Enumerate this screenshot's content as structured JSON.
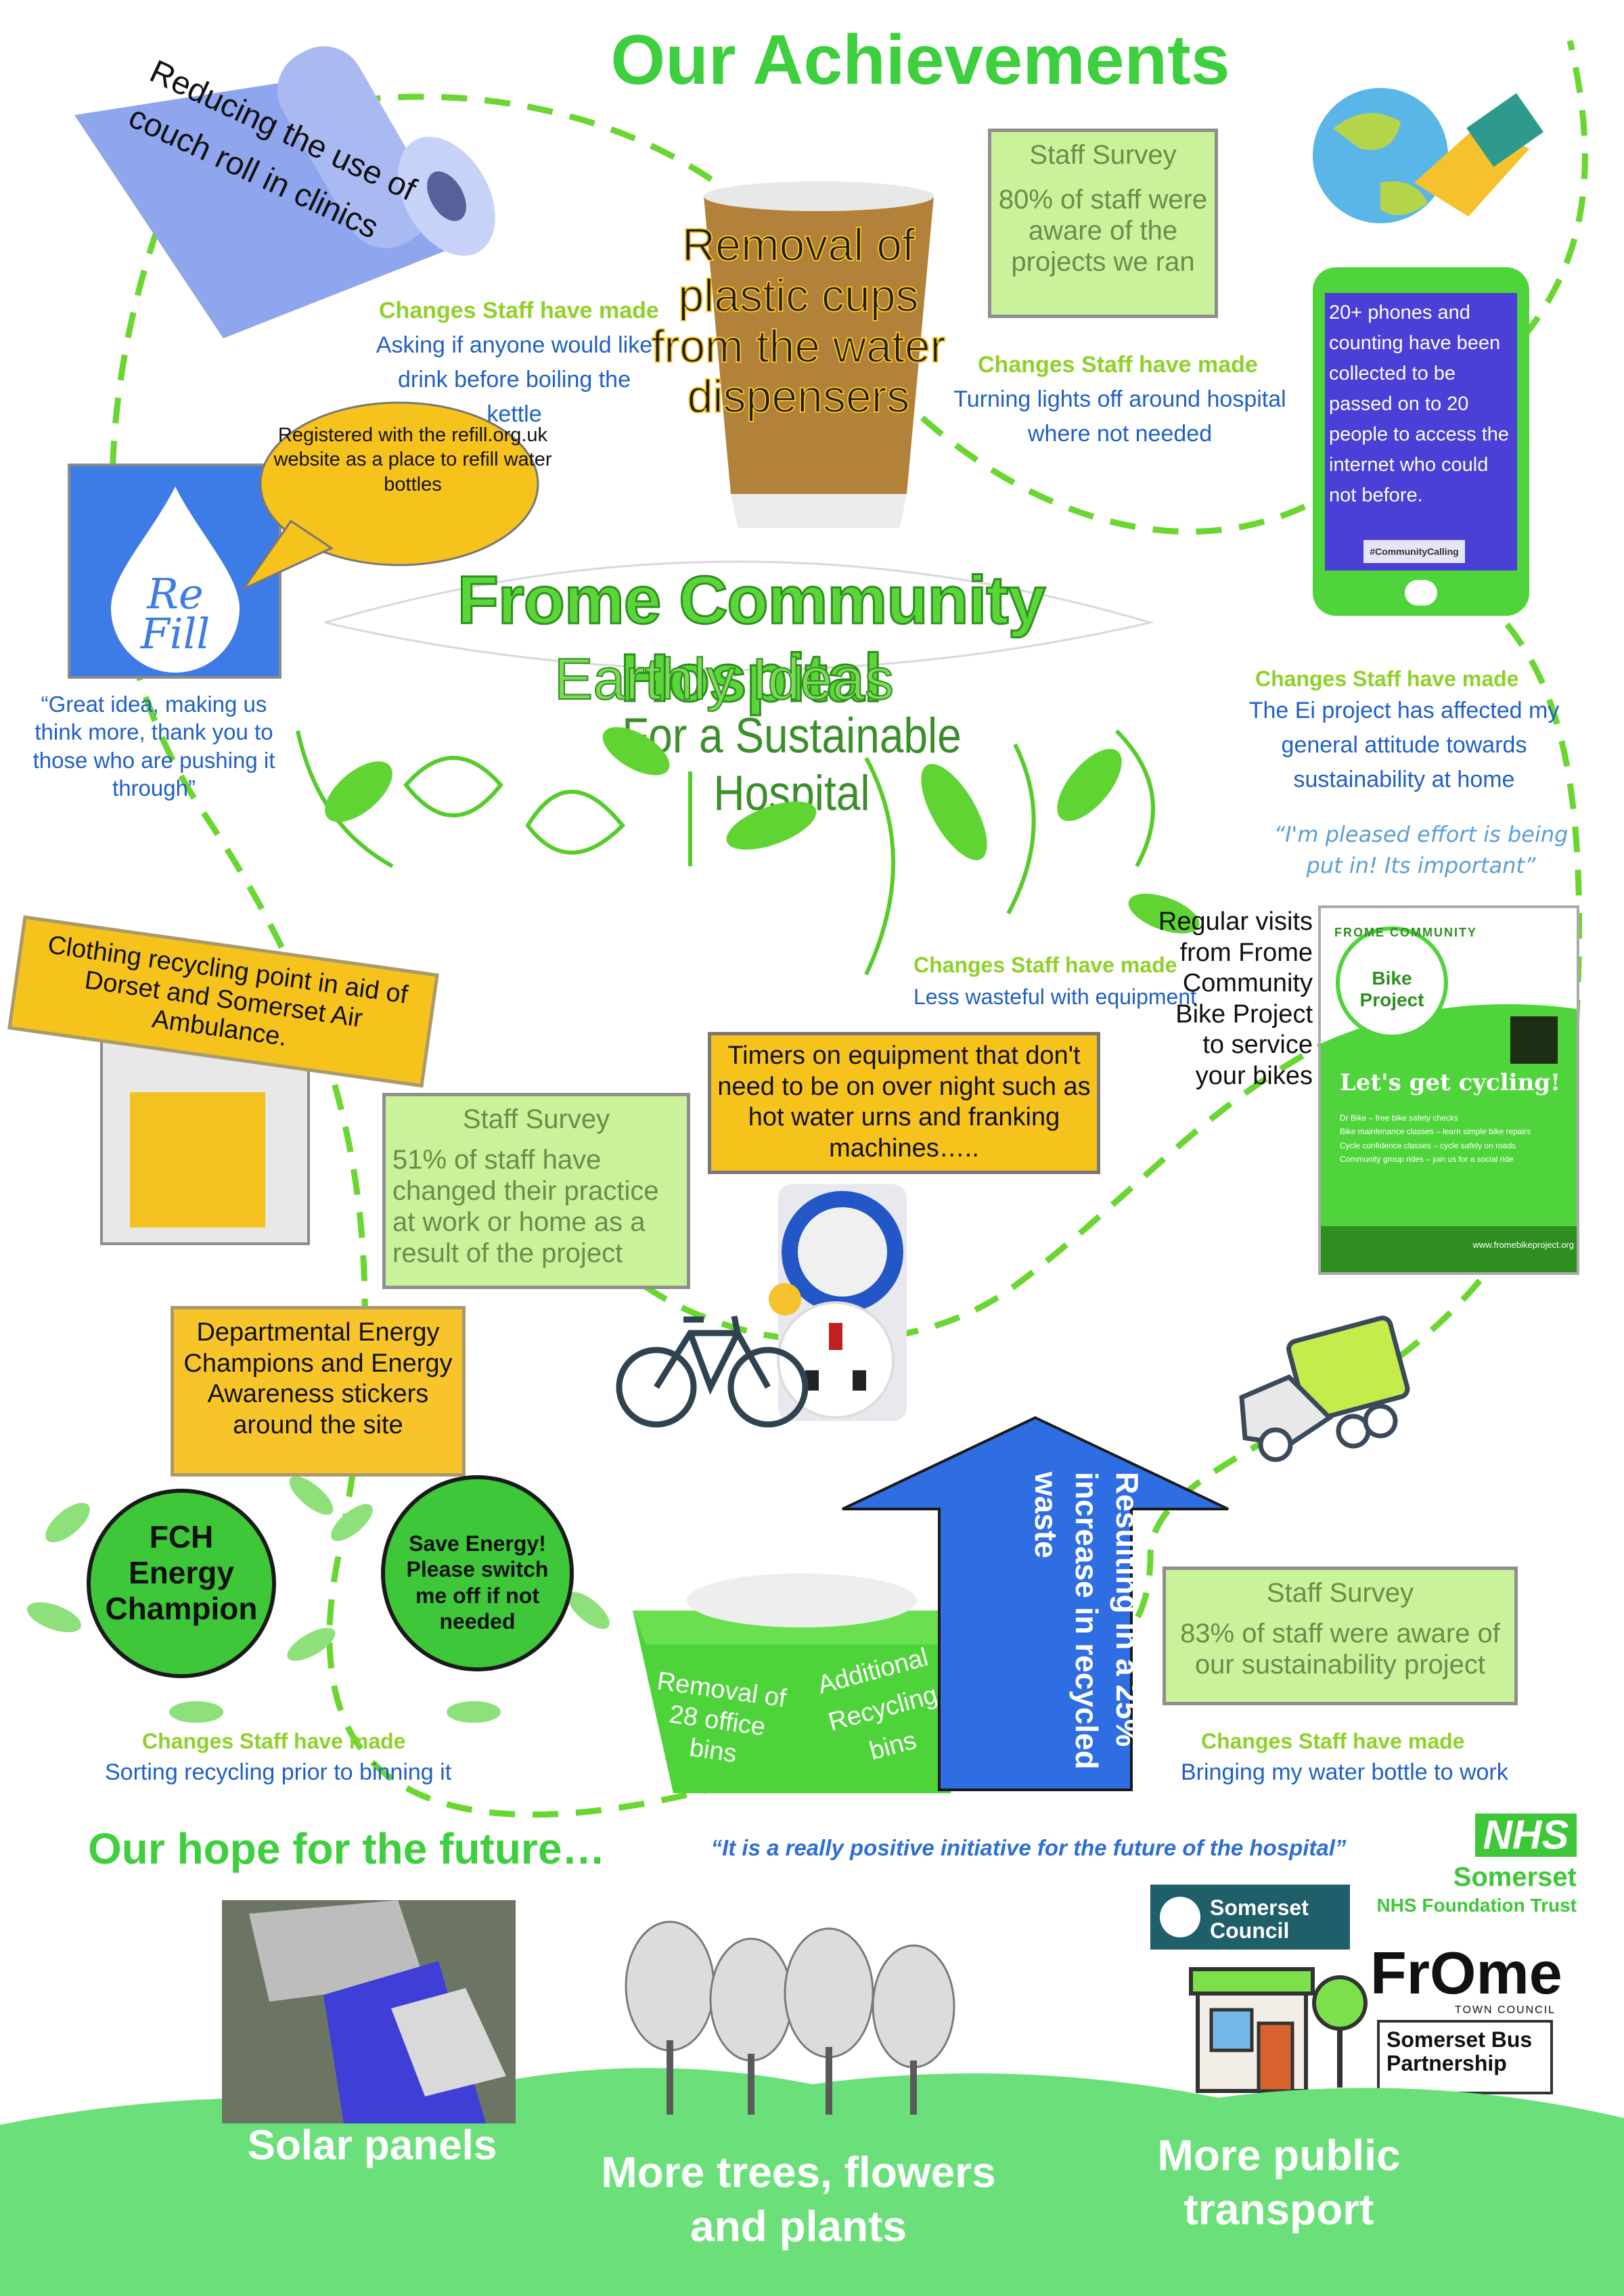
{
  "title": "Our Achievements",
  "hospital": {
    "name": "Frome Community Hospital",
    "project": "Earthly Ideas",
    "tagline": "For a Sustainable Hospital"
  },
  "couch_roll": {
    "text": "Reducing the use of couch roll in clinics"
  },
  "cups": {
    "text": "Removal of plastic cups from the water dispensers"
  },
  "survey1": {
    "heading": "Staff Survey",
    "body": "80% of staff were aware of the projects we ran"
  },
  "survey2": {
    "heading": "Staff Survey",
    "body": "51% of staff have changed their practice at work or home as a result of the project"
  },
  "survey3": {
    "heading": "Staff Survey",
    "body": "83% of staff were aware of our sustainability project"
  },
  "change_heading": "Changes Staff have made",
  "changes": {
    "kettle": "Asking if anyone would like drink before boiling the kettle",
    "lights": "Turning lights off around hospital where not needed",
    "home": "The Ei project has affected my general attitude towards sustainability at home",
    "equipment": "Less wasteful with equipment",
    "sorting": "Sorting recycling prior to binning it",
    "bottle": "Bringing my water bottle to work"
  },
  "phones": {
    "text": "20+ phones and counting have been collected to be passed on to 20 people to access the internet who could not before.",
    "tag": "#CommunityCalling"
  },
  "refill": {
    "bubble": "Registered with the refill.org.uk website as a place to refill water bottles",
    "logo_text": "Re Fill"
  },
  "quotes": {
    "great_idea": "“Great idea, making us think more, thank you to those who are pushing it through”",
    "pleased": "“I'm pleased effort is being put in! Its important”",
    "positive": "“It is a really positive initiative for the future of the hospital”"
  },
  "clothing": {
    "text": "Clothing recycling point in aid of Dorset and Somerset Air Ambulance."
  },
  "timers": {
    "text": "Timers on equipment that don't need to be on over night such as hot water urns and franking machines….."
  },
  "bike": {
    "text": "Regular visits from Frome Community Bike Project to service your bikes",
    "flyer_ring": "FROME COMMUNITY",
    "flyer_logo": "Bike Project",
    "flyer_cta": "Let's get cycling!",
    "flyer_lines": [
      "Dr Bike – free bike safety checks",
      "Bike maintenance classes – learn simple bike repairs",
      "Cycle confidence classes – cycle safely on roads",
      "Community group rides – join us for a social ride"
    ],
    "flyer_url": "www.fromebikeproject.org"
  },
  "energy": {
    "champions": "Departmental Energy Champions and Energy Awareness stickers around the site",
    "fch": "FCH Energy Champion",
    "save": "Save Energy! Please switch me off if not needed"
  },
  "bins": {
    "removal": "Removal of 28 office bins",
    "additional": "Additional Recycling bins"
  },
  "arrow": {
    "text": "Resulting in a 25% increase in recycled waste"
  },
  "future": {
    "heading": "Our hope for the future…",
    "solar": "Solar panels",
    "trees": "More trees, flowers and plants",
    "transport": "More public transport"
  },
  "logos": {
    "nhs": "NHS",
    "nhs_name": "Somerset",
    "nhs_trust": "NHS Foundation Trust",
    "council": "Somerset Council",
    "frome": "FrOme",
    "frome_sub": "TOWN COUNCIL",
    "bus": "Somerset Bus Partnership"
  },
  "colors": {
    "accent_green": "#3ecf3e",
    "blue": "#1f5fc7",
    "yellow": "#f6c21c",
    "survey_green": "#c9f29a"
  }
}
